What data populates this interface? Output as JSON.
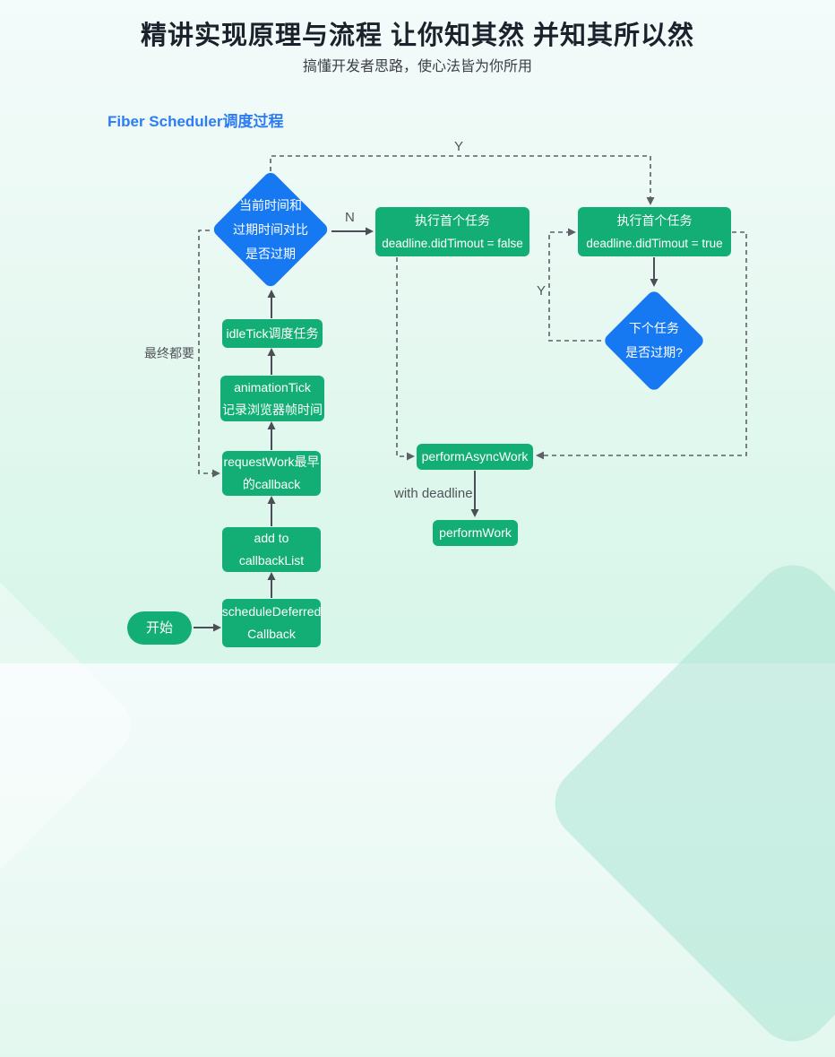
{
  "header": {
    "title": "精讲实现原理与流程 让你知其然 并知其所以然",
    "subtitle": "搞懂开发者思路，使心法皆为你所用"
  },
  "section": {
    "heading": "Fiber Scheduler调度过程"
  },
  "colors": {
    "green": "#13ae75",
    "blue": "#1779f2",
    "heading-blue": "#2b7cf5",
    "line": "#4b4f55",
    "dash": "#5d6065",
    "label": "#50545a"
  },
  "flow": {
    "nodes": {
      "start": {
        "type": "terminal",
        "lines": [
          "开始"
        ]
      },
      "schedule_deferred": {
        "type": "process",
        "lines": [
          "scheduleDeferred",
          "Callback"
        ]
      },
      "add_to_callback_list": {
        "type": "process",
        "lines": [
          "add to",
          "callbackList"
        ]
      },
      "request_work": {
        "type": "process",
        "lines": [
          "requestWork最早",
          "的callback"
        ]
      },
      "animation_tick": {
        "type": "process",
        "lines": [
          "animationTick",
          "记录浏览器帧时间"
        ]
      },
      "idle_tick": {
        "type": "process",
        "lines": [
          "idleTick调度任务"
        ]
      },
      "expire_check": {
        "type": "decision",
        "lines": [
          "当前时间和",
          "过期时间对比",
          "是否过期"
        ]
      },
      "exec_first_false": {
        "type": "process",
        "lines": [
          "执行首个任务",
          "deadline.didTimout = false"
        ]
      },
      "exec_first_true": {
        "type": "process",
        "lines": [
          "执行首个任务",
          "deadline.didTimout = true"
        ]
      },
      "next_expire_check": {
        "type": "decision",
        "lines": [
          "下个任务",
          "是否过期?"
        ]
      },
      "perform_async_work": {
        "type": "process",
        "lines": [
          "performAsyncWork"
        ]
      },
      "perform_work": {
        "type": "process",
        "lines": [
          "performWork"
        ]
      }
    },
    "edge_labels": {
      "yes_top": "Y",
      "no": "N",
      "yes_loop": "Y",
      "finally": "最终都要",
      "with_deadline": "with deadline"
    }
  }
}
